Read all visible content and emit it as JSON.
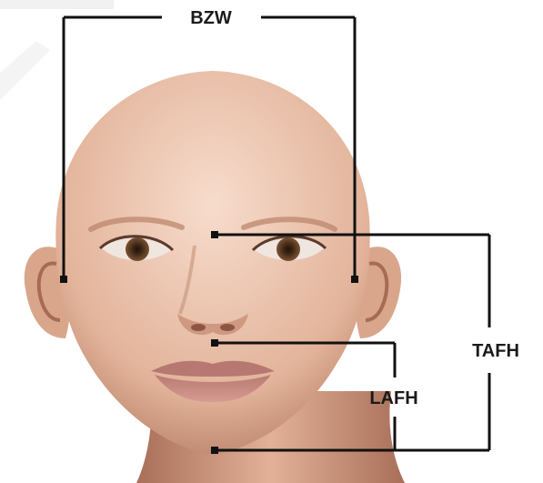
{
  "labels": {
    "bzw": "BZW",
    "tafh": "TAFH",
    "lafh": "LAFH"
  },
  "colors": {
    "line": "#111111",
    "skin": "#e7b89f",
    "skin_shadow": "#b97f66",
    "lip": "#c98a82",
    "iris": "#5a3a22"
  }
}
